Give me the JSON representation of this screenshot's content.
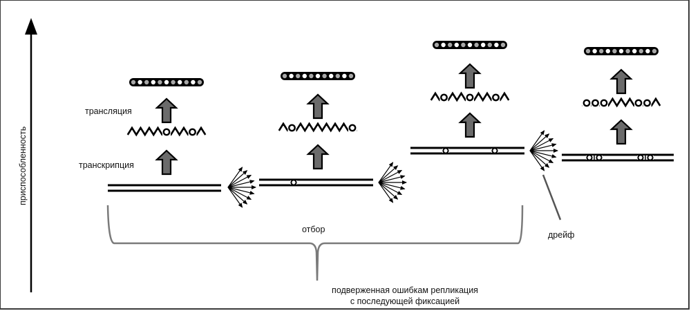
{
  "diagram": {
    "y_axis_label": "приспособленность",
    "step_labels": {
      "translation": "трансляция",
      "transcription": "транскрипция"
    },
    "bracket_labels": {
      "selection": "отбор",
      "drift": "дрейф"
    },
    "process_label": {
      "line1": "подверженная ошибкам репликация",
      "line2": "с последующей фиксацией"
    },
    "stages": [
      {
        "id": "stage-1",
        "dna_mutation_groups": [],
        "mrna_loops": [
          4,
          7
        ],
        "protein_beads": 11
      },
      {
        "id": "stage-2",
        "dna_mutation_groups": [
          1
        ],
        "mrna_loops": [
          1,
          8
        ],
        "protein_beads": 11
      },
      {
        "id": "stage-3",
        "dna_mutation_groups": [
          1,
          1
        ],
        "mrna_loops": [
          1,
          4,
          7
        ],
        "protein_beads": 11
      },
      {
        "id": "stage-4",
        "dna_mutation_groups": [
          2,
          2
        ],
        "mrna_loops": [
          0,
          1,
          2,
          6,
          7
        ],
        "protein_beads": 11
      }
    ],
    "colors": {
      "stroke": "#000000",
      "arrow_fill": "#6b6b6b",
      "bead_grey": "#a8a8a8",
      "bracket": "#7a7a7a",
      "frame": "#3a3a3a"
    }
  }
}
